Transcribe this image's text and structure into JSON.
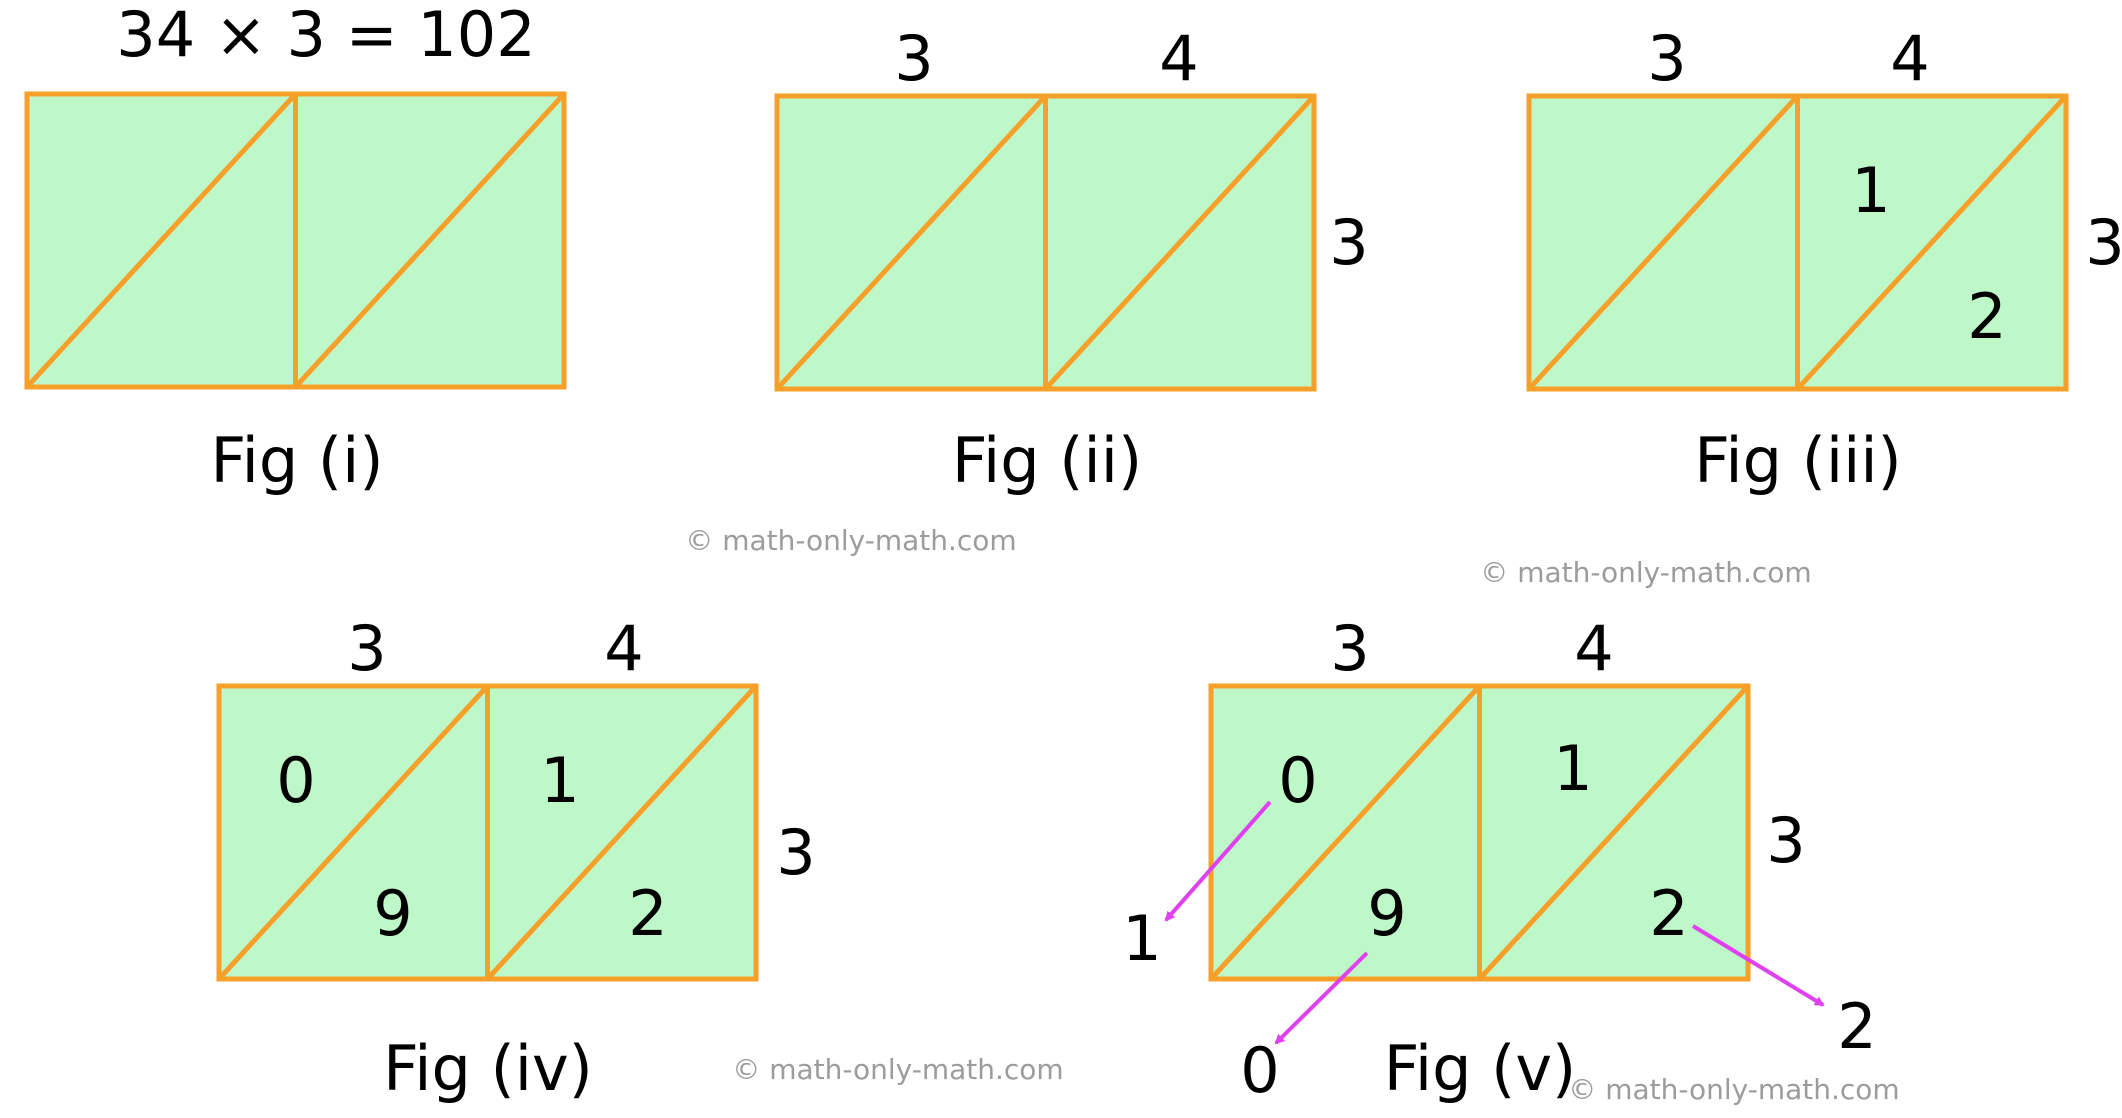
{
  "colors": {
    "cell_fill": "#bff8c8",
    "cell_stroke": "#f6a02a",
    "arrow": "#e040f0",
    "text": "#000000",
    "watermark": "#9c9c9c"
  },
  "equation": "34 × 3 = 102",
  "watermark": "© math-only-math.com",
  "figures": [
    {
      "caption": "Fig (i)",
      "top_digits": [],
      "side_digit": "",
      "cell_values": [
        [
          "",
          ""
        ],
        [
          "",
          ""
        ]
      ]
    },
    {
      "caption": "Fig (ii)",
      "top_digits": [
        "3",
        "4"
      ],
      "side_digit": "3",
      "cell_values": [
        [
          "",
          ""
        ],
        [
          "",
          ""
        ]
      ]
    },
    {
      "caption": "Fig (iii)",
      "top_digits": [
        "3",
        "4"
      ],
      "side_digit": "3",
      "cell_values": [
        [
          "",
          ""
        ],
        [
          "1",
          "2"
        ]
      ]
    },
    {
      "caption": "Fig (iv)",
      "top_digits": [
        "3",
        "4"
      ],
      "side_digit": "3",
      "cell_values": [
        [
          "0",
          "9"
        ],
        [
          "1",
          "2"
        ]
      ]
    },
    {
      "caption": "Fig (v)",
      "top_digits": [
        "3",
        "4"
      ],
      "side_digit": "3",
      "cell_values": [
        [
          "0",
          "9"
        ],
        [
          "1",
          "2"
        ]
      ],
      "result_digits": [
        "1",
        "0",
        "2"
      ]
    }
  ]
}
